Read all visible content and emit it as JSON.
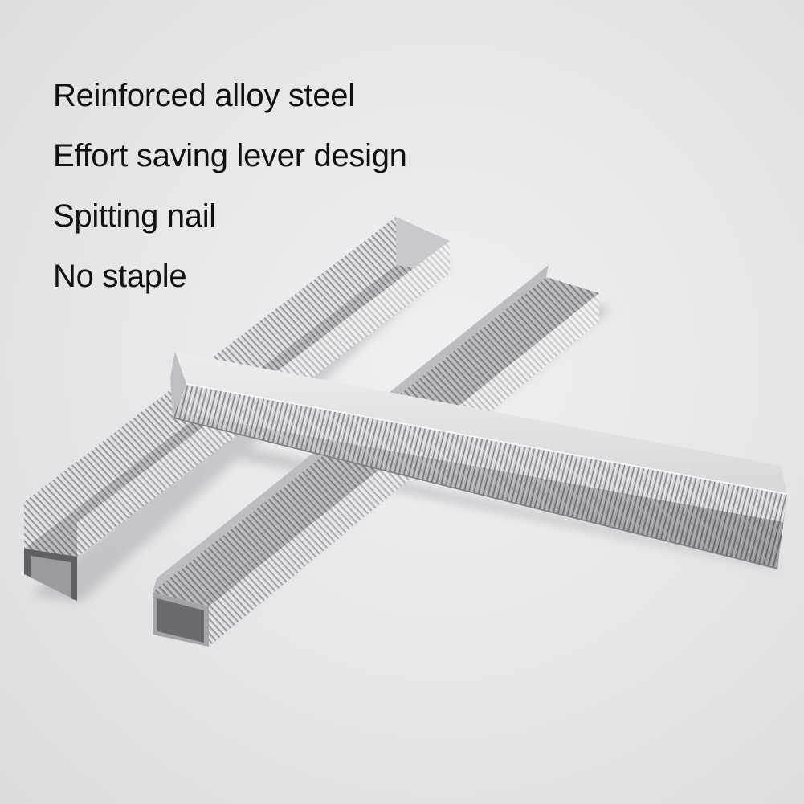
{
  "features": [
    "Reinforced alloy steel",
    "Effort saving lever design",
    "Spitting nail",
    "No staple"
  ],
  "colors": {
    "text": "#111111",
    "steel_light": "#e9e9eb",
    "steel_mid": "#b8b8bc",
    "steel_dark": "#6e6e74"
  },
  "icons": {
    "product": "staple-strips-image"
  }
}
